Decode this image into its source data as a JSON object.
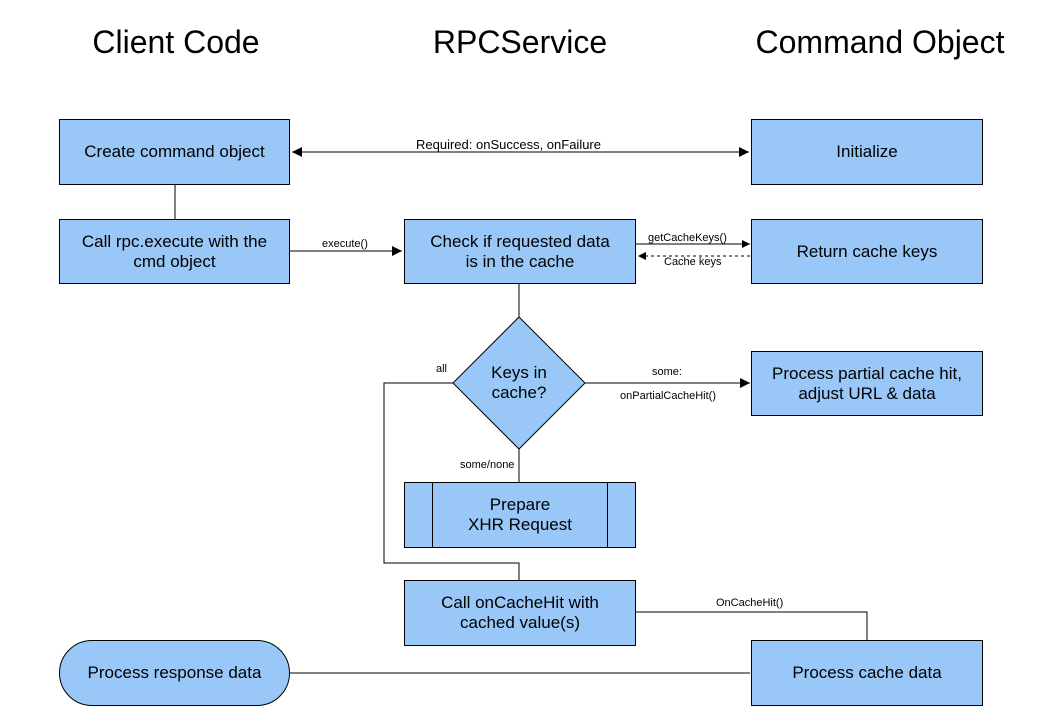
{
  "columns": {
    "client": "Client Code",
    "rpc": "RPCService",
    "command": "Command Object"
  },
  "nodes": {
    "create_command": "Create command object",
    "initialize": "Initialize",
    "call_execute": "Call rpc.execute with the\ncmd object",
    "check_cache": "Check if requested data\nis in the cache",
    "return_keys": "Return cache keys",
    "keys_in_cache": "Keys in\ncache?",
    "partial_hit": "Process partial cache hit,\nadjust URL & data",
    "prepare_xhr": "Prepare\nXHR Request",
    "call_oncachehit": "Call onCacheHit with\ncached value(s)",
    "process_response": "Process response data",
    "process_cache": "Process cache data"
  },
  "edge_labels": {
    "required": "Required: onSuccess, onFailure",
    "execute": "execute()",
    "get_cache_keys": "getCacheKeys()",
    "cache_keys": "Cache keys",
    "all": "all",
    "some": "some:",
    "on_partial": "onPartialCacheHit()",
    "some_none": "some/none",
    "on_cache_hit": "OnCacheHit()"
  },
  "colors": {
    "node_fill": "#99c8f8",
    "stroke": "#000000"
  }
}
